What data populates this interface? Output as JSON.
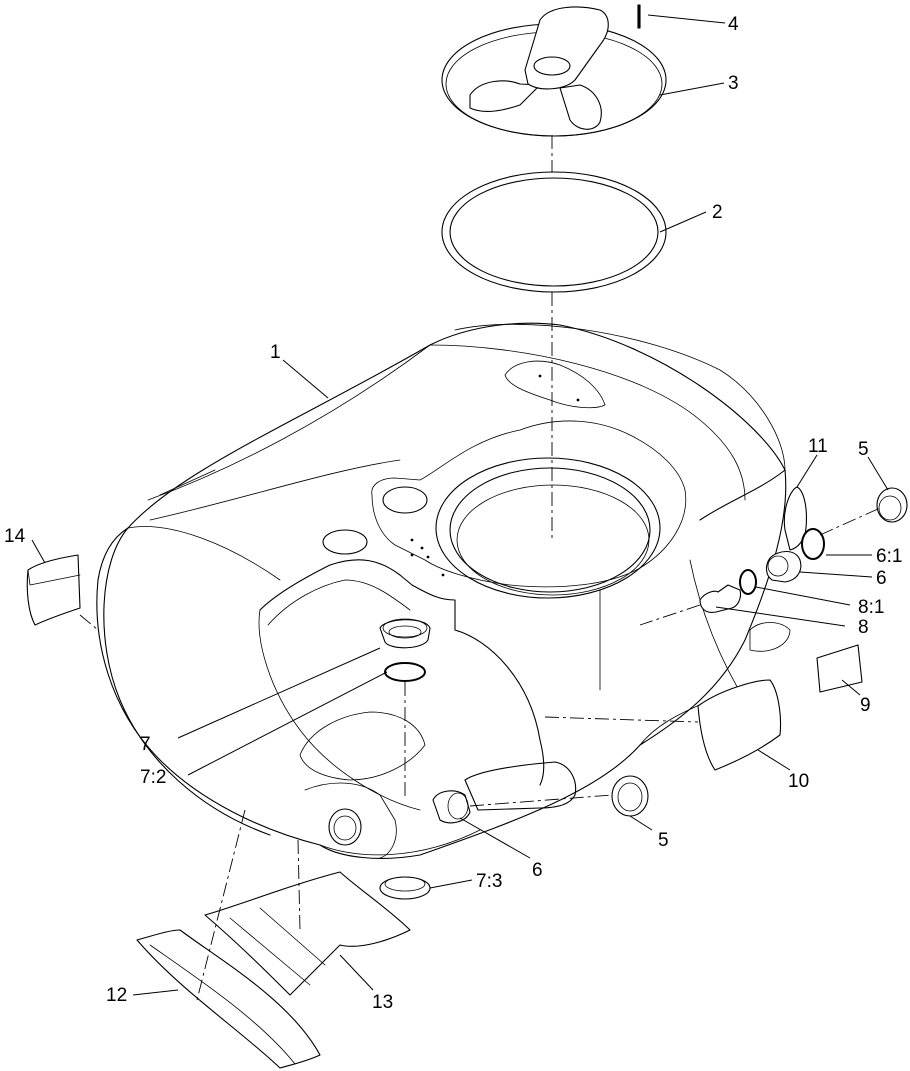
{
  "callouts": [
    "1",
    "2",
    "3",
    "4",
    "5",
    "6",
    "6:1",
    "7",
    "7:2",
    "7:3",
    "8",
    "8:1",
    "9",
    "10",
    "11",
    "12",
    "13",
    "14"
  ],
  "parts": [
    {
      "id": "1",
      "label": "1"
    },
    {
      "id": "2",
      "label": "2"
    },
    {
      "id": "3",
      "label": "3"
    },
    {
      "id": "4",
      "label": "4"
    },
    {
      "id": "5a",
      "label": "5"
    },
    {
      "id": "5b",
      "label": "5"
    },
    {
      "id": "6a",
      "label": "6"
    },
    {
      "id": "6b",
      "label": "6"
    },
    {
      "id": "6-1",
      "label": "6:1"
    },
    {
      "id": "7",
      "label": "7"
    },
    {
      "id": "7-2",
      "label": "7:2"
    },
    {
      "id": "7-3",
      "label": "7:3"
    },
    {
      "id": "8",
      "label": "8"
    },
    {
      "id": "8-1",
      "label": "8:1"
    },
    {
      "id": "9",
      "label": "9"
    },
    {
      "id": "10",
      "label": "10"
    },
    {
      "id": "11",
      "label": "11"
    },
    {
      "id": "12",
      "label": "12"
    },
    {
      "id": "13",
      "label": "13"
    },
    {
      "id": "14",
      "label": "14"
    }
  ],
  "colors": {
    "line": "#000000",
    "background": "#ffffff"
  }
}
